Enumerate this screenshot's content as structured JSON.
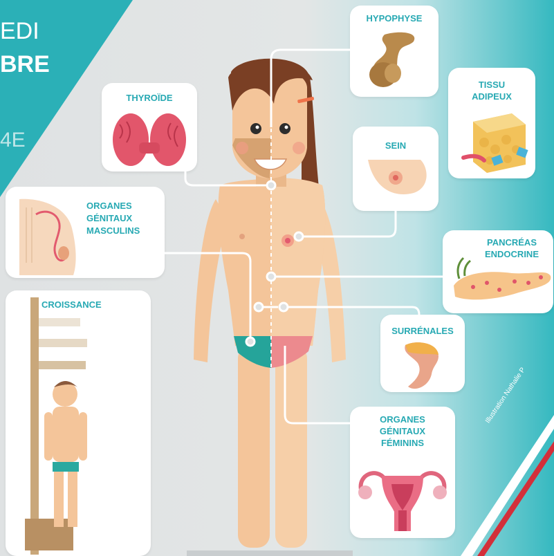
{
  "banner": {
    "line1": "EDI",
    "line2": "BRE",
    "line3": "4E"
  },
  "labels": {
    "hypophyse": "HYPOPHYSE",
    "thyroide": "THYROÏDE",
    "tissu_adipeux": [
      "TISSU",
      "ADIPEUX"
    ],
    "sein": "SEIN",
    "organes_masculins": [
      "ORGANES",
      "GÉNITAUX",
      "MASCULINS"
    ],
    "pancreas": [
      "PANCRÉAS",
      "ENDOCRINE"
    ],
    "croissance": "CROISSANCE",
    "surrenales": "SURRÉNALES",
    "organes_feminins": [
      "ORGANES",
      "GÉNITAUX",
      "FÉMININS"
    ]
  },
  "credit": "Illustration Nathalie P",
  "colors": {
    "teal": "#27a9b3",
    "connector": "#ffffff",
    "skin": "#f4c59a",
    "hair": "#7a3f24"
  }
}
